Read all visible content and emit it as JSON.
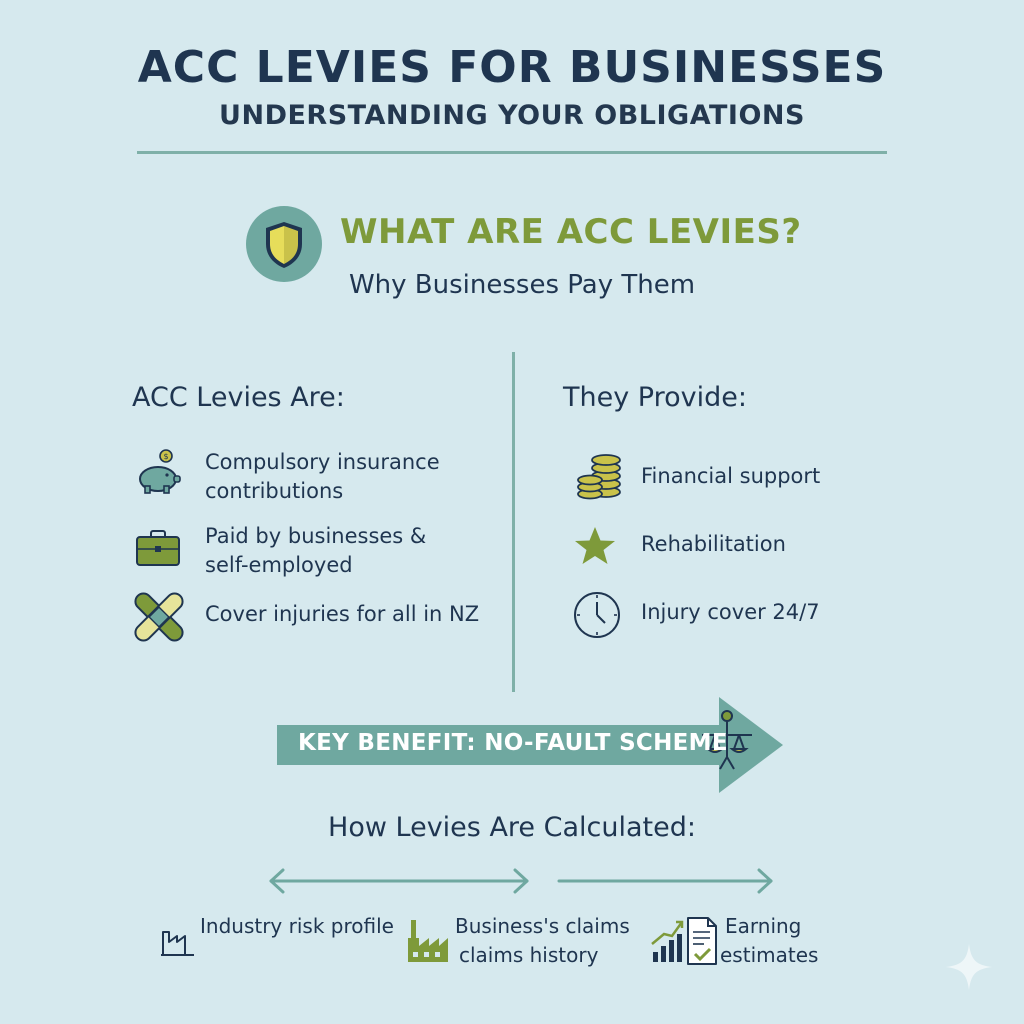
{
  "header": {
    "title": "ACC LEVIES FOR BUSINESSES",
    "subtitle": "UNDERSTANDING YOUR OBLIGATIONS"
  },
  "section": {
    "heading": "WHAT ARE ACC LEVIES?",
    "subheading": "Why Businesses Pay Them",
    "icon": "shield-icon"
  },
  "left_column": {
    "heading": "ACC Levies Are:",
    "items": [
      {
        "icon": "piggy-bank-icon",
        "line1": "Compulsory insurance",
        "line2": "contributions"
      },
      {
        "icon": "briefcase-icon",
        "line1": "Paid by businesses &",
        "line2": "self-employed"
      },
      {
        "icon": "bandage-icon",
        "line1": "Cover injuries for all in NZ",
        "line2": ""
      }
    ]
  },
  "right_column": {
    "heading": "They Provide:",
    "items": [
      {
        "icon": "coins-icon",
        "label": "Financial support"
      },
      {
        "icon": "star-icon",
        "label": "Rehabilitation"
      },
      {
        "icon": "clock-icon",
        "label": "Injury cover 24/7"
      }
    ]
  },
  "banner": {
    "label": "KEY BENEFIT: NO-FAULT SCHEME",
    "icon": "scales-person-icon"
  },
  "calculation": {
    "heading": "How Levies Are Calculated:",
    "factors": [
      {
        "icon": "factory-outline-icon",
        "line1": "Industry risk profile",
        "line2": ""
      },
      {
        "icon": "factory-icon",
        "line1": "Business's claims",
        "line2": "claims history"
      },
      {
        "icon": "growth-chart-document-icon",
        "line1": "Earning",
        "line2": "estimates"
      }
    ]
  },
  "colors": {
    "background": "#d6e9ee",
    "navy": "#1f3550",
    "teal": "#6fa8a0",
    "olive": "#7e9a3a"
  }
}
